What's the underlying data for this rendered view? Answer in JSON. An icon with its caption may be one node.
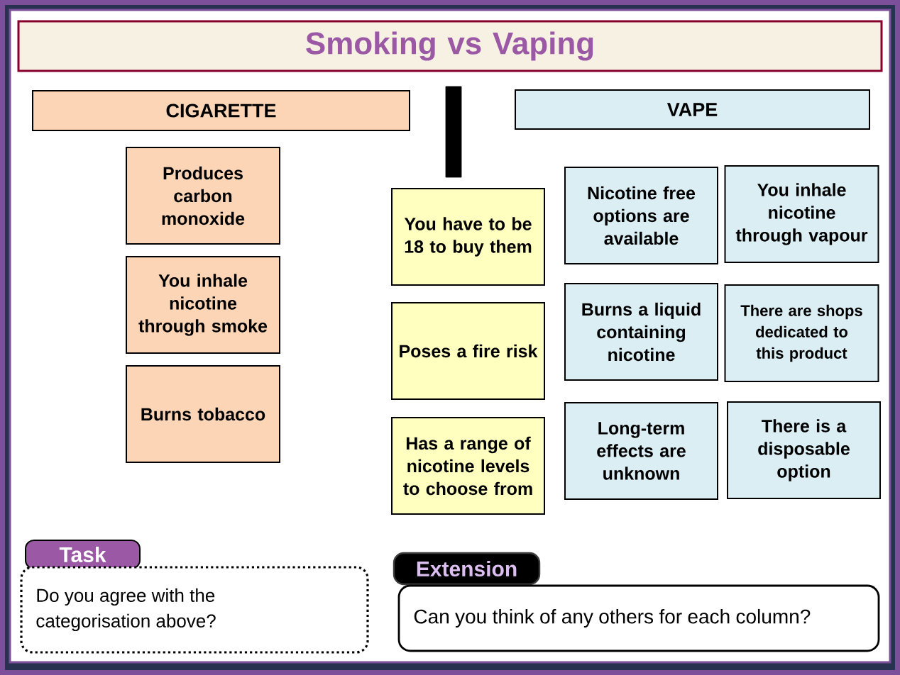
{
  "diagram": {
    "nodes": [
      {
        "text": [
          "Smoking vs Vaping"
        ]
      },
      {
        "text": [
          "CIGARETTE"
        ]
      },
      {
        "text": [
          "VAPE"
        ]
      },
      {
        "text": [
          "Produces carbon monoxide"
        ]
      },
      {
        "text": [
          "You inhale nicotine through smoke"
        ]
      },
      {
        "text": [
          "Burns tobacco"
        ]
      },
      {
        "text": [
          "You have to be 18 to buy them"
        ]
      },
      {
        "text": [
          "Poses a fire risk"
        ]
      },
      {
        "text": [
          "Has a range of nicotine levels to choose from"
        ]
      },
      {
        "text": [
          "Nicotine free options are available"
        ]
      },
      {
        "text": [
          "You inhale nicotine through vapour"
        ]
      },
      {
        "text": [
          "Burns a liquid containing nicotine"
        ]
      },
      {
        "text": [
          "There are shops dedicated to this product"
        ]
      },
      {
        "text": [
          "Long-term effects are unknown"
        ]
      },
      {
        "text": [
          "There is a disposable option"
        ]
      },
      {
        "text": [
          "Task"
        ]
      },
      {
        "text": [
          "Do you agree with the categorisation above?"
        ]
      },
      {
        "text": [
          "Extension"
        ]
      },
      {
        "text": [
          "Can you think of any others for each column?"
        ]
      },
      {
        "text": [],
        "shape": "bar"
      }
    ]
  }
}
